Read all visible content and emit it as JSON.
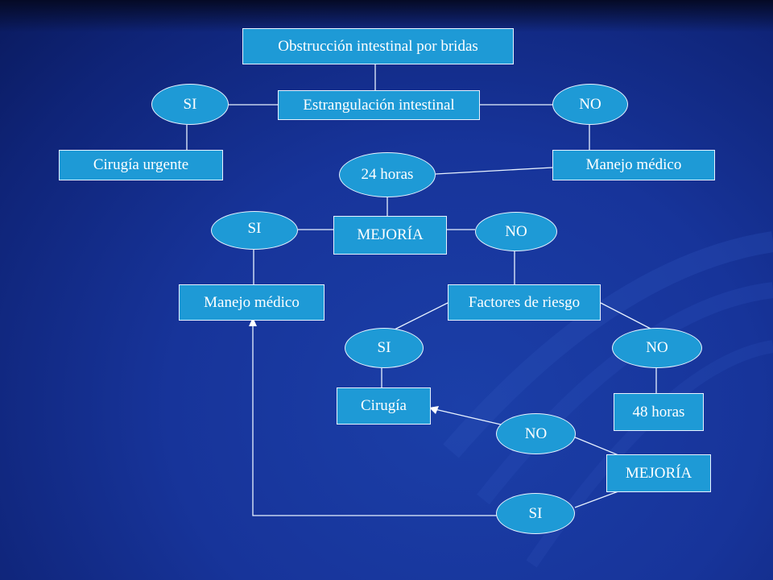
{
  "diagram": {
    "root": "Obstrucción intestinal por bridas",
    "strangulation": "Estrangulación intestinal",
    "yes_1": "SI",
    "no_1": "NO",
    "urgent_surgery": "Cirugía urgente",
    "medical_management_1": "Manejo médico",
    "hours_24": "24 horas",
    "improvement_1": "MEJORÍA",
    "yes_2": "SI",
    "no_2": "NO",
    "medical_management_2": "Manejo médico",
    "risk_factors": "Factores de riesgo",
    "yes_3": "SI",
    "no_3": "NO",
    "surgery": "Cirugía",
    "hours_48": "48 horas",
    "no_4": "NO",
    "improvement_2": "MEJORÍA",
    "yes_4": "SI"
  },
  "colors": {
    "node_fill": "#1e9ad6",
    "node_border": "#e8f2ff",
    "connector": "#e8f2ff",
    "background": "#17349a"
  }
}
